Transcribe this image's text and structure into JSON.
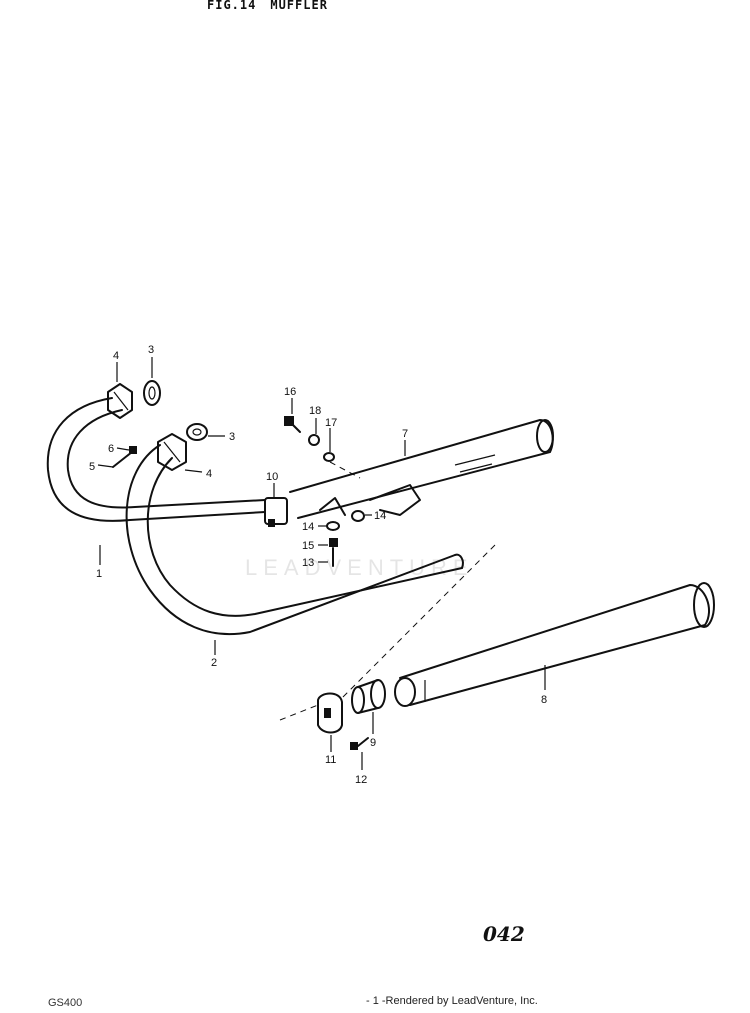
{
  "header": {
    "fig": "FIG.14",
    "title": "MUFFLER"
  },
  "callouts": {
    "c1": "1",
    "c2": "2",
    "c3a": "3",
    "c3b": "3",
    "c4a": "4",
    "c4b": "4",
    "c5": "5",
    "c6": "6",
    "c7": "7",
    "c8": "8",
    "c9": "9",
    "c10": "10",
    "c11": "11",
    "c12": "12",
    "c13": "13",
    "c14a": "14",
    "c14b": "14",
    "c15": "15",
    "c16": "16",
    "c17": "17",
    "c18": "18"
  },
  "watermark": "LEADVENTURE",
  "page_code": "042",
  "model": "GS400",
  "footer": "- 1 -Rendered by LeadVenture, Inc."
}
